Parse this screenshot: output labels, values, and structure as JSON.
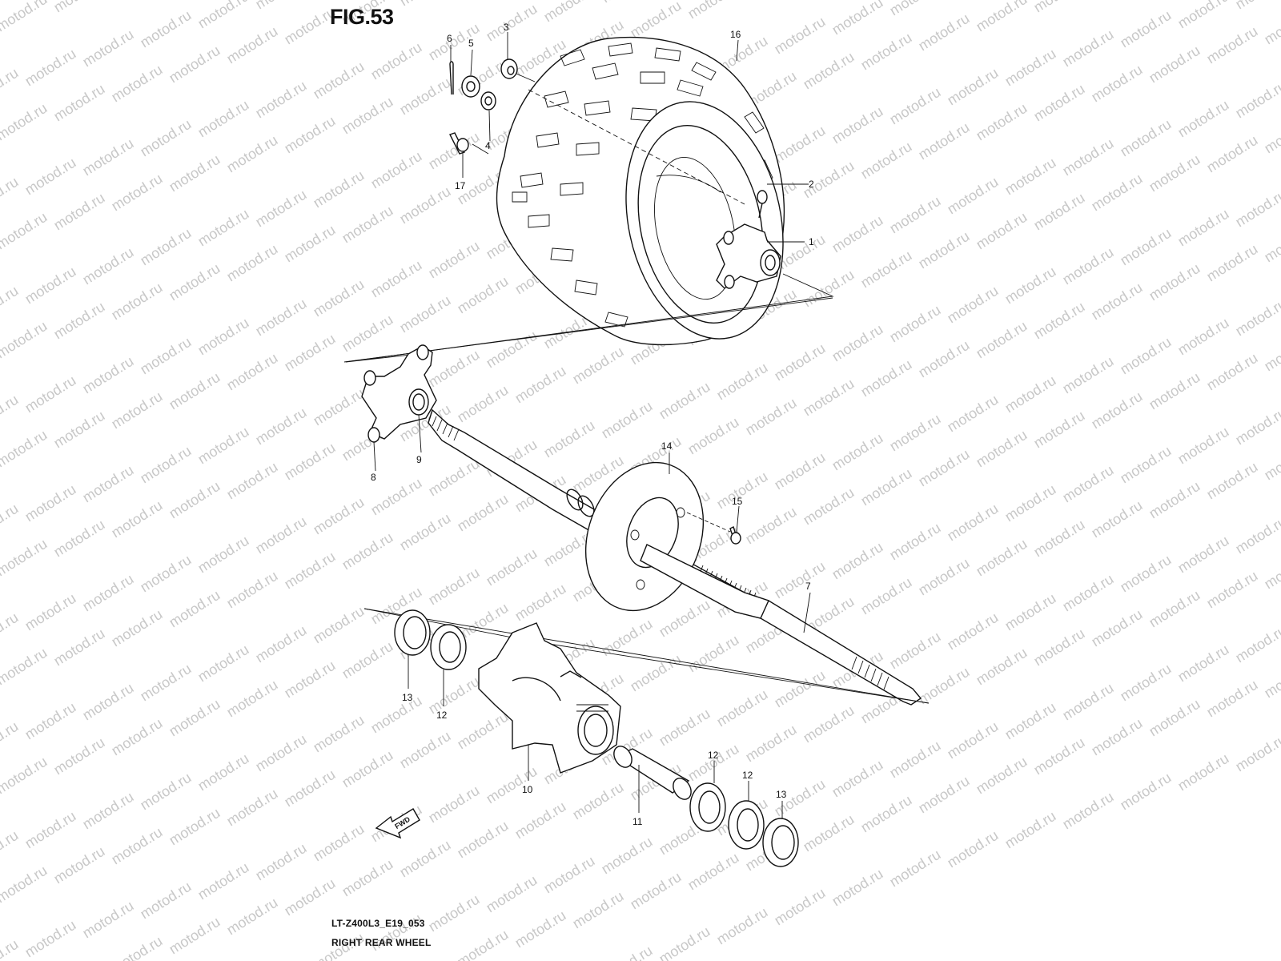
{
  "figure": {
    "title": "FIG.53",
    "code": "LT-Z400L3_E19_053",
    "caption": "RIGHT REAR WHEEL",
    "watermark": "motod.ru",
    "fwd_label": "FWD"
  },
  "callouts": {
    "c1": "1",
    "c2": "2",
    "c3": "3",
    "c4": "4",
    "c5": "5",
    "c6": "6",
    "c7": "7",
    "c8": "8",
    "c9": "9",
    "c10": "10",
    "c11": "11",
    "c12a": "12",
    "c12b": "12",
    "c12c": "12",
    "c13a": "13",
    "c13b": "13",
    "c14": "14",
    "c15": "15",
    "c16": "16",
    "c17": "17"
  },
  "colors": {
    "line": "#111111",
    "background": "#ffffff",
    "watermark": "#c8c8c8"
  }
}
